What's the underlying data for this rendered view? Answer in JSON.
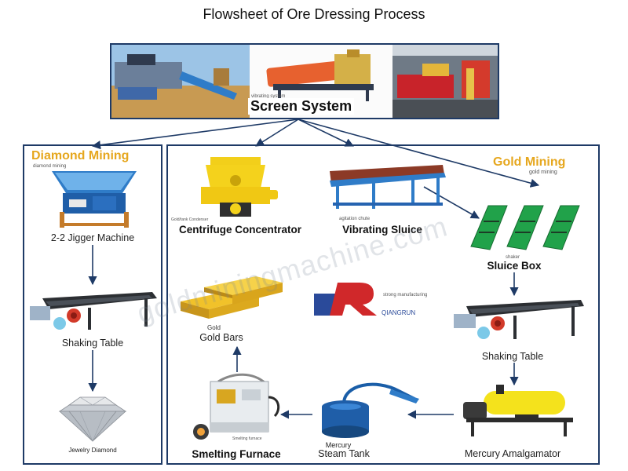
{
  "title": "Flowsheet of Ore Dressing Process",
  "screen_system": {
    "label": "Screen System",
    "caption": "vibrating system"
  },
  "diamond": {
    "heading": "Diamond Mining",
    "sub": "diamond mining",
    "jigger": "2-2 Jigger Machine",
    "shaking": "Shaking Table",
    "jewelry": "Jewelry Diamond"
  },
  "gold": {
    "heading": "Gold Mining",
    "sub": "gold mining",
    "centrifuge": "Centrifuge Concentrator",
    "centrifuge_caption": "Gold/tank Condenser",
    "sluice": "Vibrating Sluice",
    "sluice_caption": "agitation chute",
    "sluice_box": "Sluice Box",
    "sluice_box_caption": "shaker",
    "shaking": "Shaking Table",
    "amalgamator": "Mercury Amalgamator",
    "steam_tank_1": "Mercury",
    "steam_tank_2": "Steam Tank",
    "furnace": "Smelting Furnace",
    "furnace_caption": "Smelting furnace",
    "bars_1": "Gold",
    "bars_2": "Gold Bars"
  },
  "brand": {
    "name": "QIANGRUN",
    "tagline": "strong manufacturing"
  },
  "watermark": "goldminingmachine.com",
  "colors": {
    "frame": "#1e3a66",
    "heading": "#e6a71e",
    "brand_blue": "#2a4a9a",
    "brand_red": "#d0282a"
  }
}
